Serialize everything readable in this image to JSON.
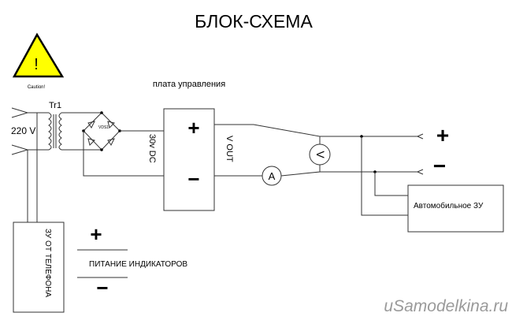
{
  "title": "БЛОК-СХЕМА",
  "caution": {
    "symbol": "!",
    "label": "Caution!",
    "color": "#ffff00"
  },
  "board_label": "плата управления",
  "transformer": {
    "label": "Tr1",
    "input_voltage": "220 V"
  },
  "bridge_label": "VDS1",
  "dc_label": "30v DC",
  "board": {
    "plus": "+",
    "minus": "−",
    "vout": "V OUT"
  },
  "ammeter": "A",
  "voltmeter": "V",
  "output": {
    "plus": "+",
    "minus": "−"
  },
  "car_charger": "Автомобильное ЗУ",
  "phone_charger": {
    "label": "ЗУ ОТ ТЕЛЕФОНА",
    "plus": "+",
    "minus": "−",
    "power_label": "ПИТАНИЕ ИНДИКАТОРОВ"
  },
  "watermark": "uSamodelkina.ru"
}
